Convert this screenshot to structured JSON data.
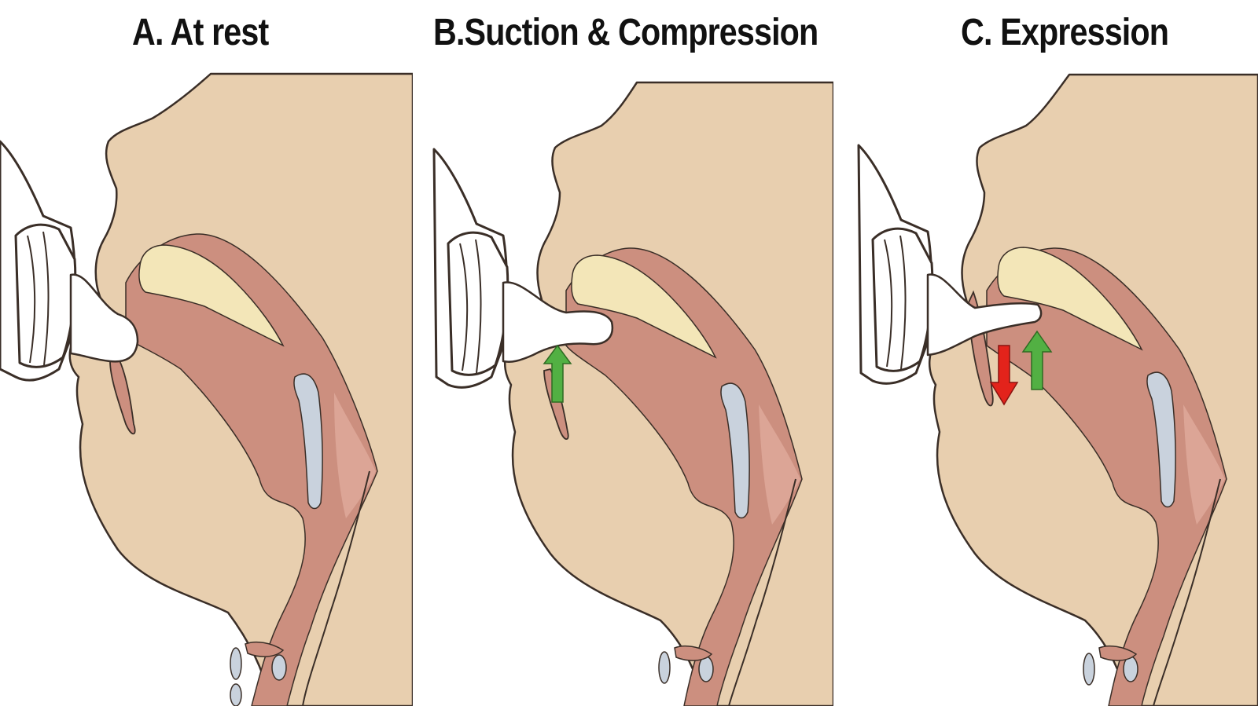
{
  "panels": [
    {
      "id": "a",
      "title": "A. At rest",
      "arrows": []
    },
    {
      "id": "b",
      "title": "B.Suction & Compression",
      "arrows": [
        "up"
      ]
    },
    {
      "id": "c",
      "title": "C. Expression",
      "arrows": [
        "down",
        "up"
      ]
    }
  ],
  "colors": {
    "skin": "#e8cfaf",
    "outline": "#3a2e27",
    "oral_tissue": "#cc8f7f",
    "oral_tissue_light": "#dca596",
    "palate_bone": "#f3e6b8",
    "vertebra": "#c9d2dd",
    "nipple": "#ffffff",
    "arrow_up": "#52b043",
    "arrow_down": "#e3231b"
  }
}
